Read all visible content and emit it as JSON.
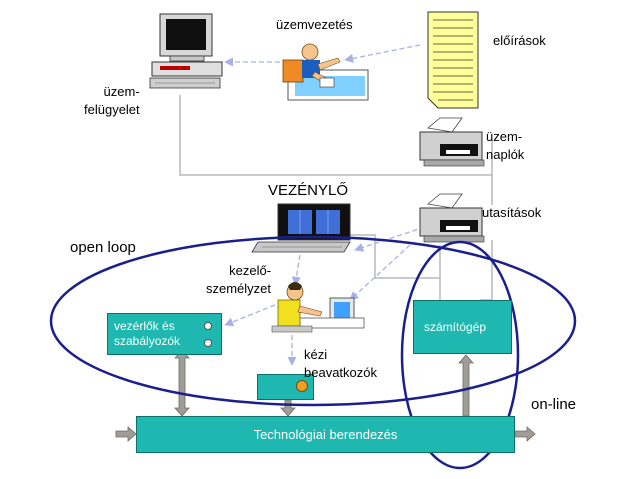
{
  "labels": {
    "uzemvezetes": "üzemvezetés",
    "eloirasok": "előírások",
    "uzemfelugyelet": "üzem-\nfelügyelet",
    "uzemnaplok": "üzem-\nnaplók",
    "vezenylo": "VEZÉNYLŐ",
    "utasitasok": "utasítások",
    "open_loop": "open loop",
    "kezelo": "kezelő-\nszemélyzet",
    "kezi": "kézi\nbeavatkozók",
    "online": "on-line"
  },
  "boxes": {
    "vezerlok": "vezérlők és\nszabályozók",
    "szamitogep": "számítógép",
    "technologiai": "Technológiai berendezés"
  },
  "colors": {
    "box_fill": "#1fb8b0",
    "box_border": "#0c6f6a",
    "ellipse": "#1a1f8c",
    "connector": "#b8b8b8",
    "dashed": "#a8b0e8",
    "arrow": "#a09c98",
    "paper": "#ffff99"
  },
  "icons": [
    "computer-icon",
    "manager-icon",
    "document-icon",
    "printer-icon",
    "operator-icon",
    "control-desk-icon"
  ]
}
